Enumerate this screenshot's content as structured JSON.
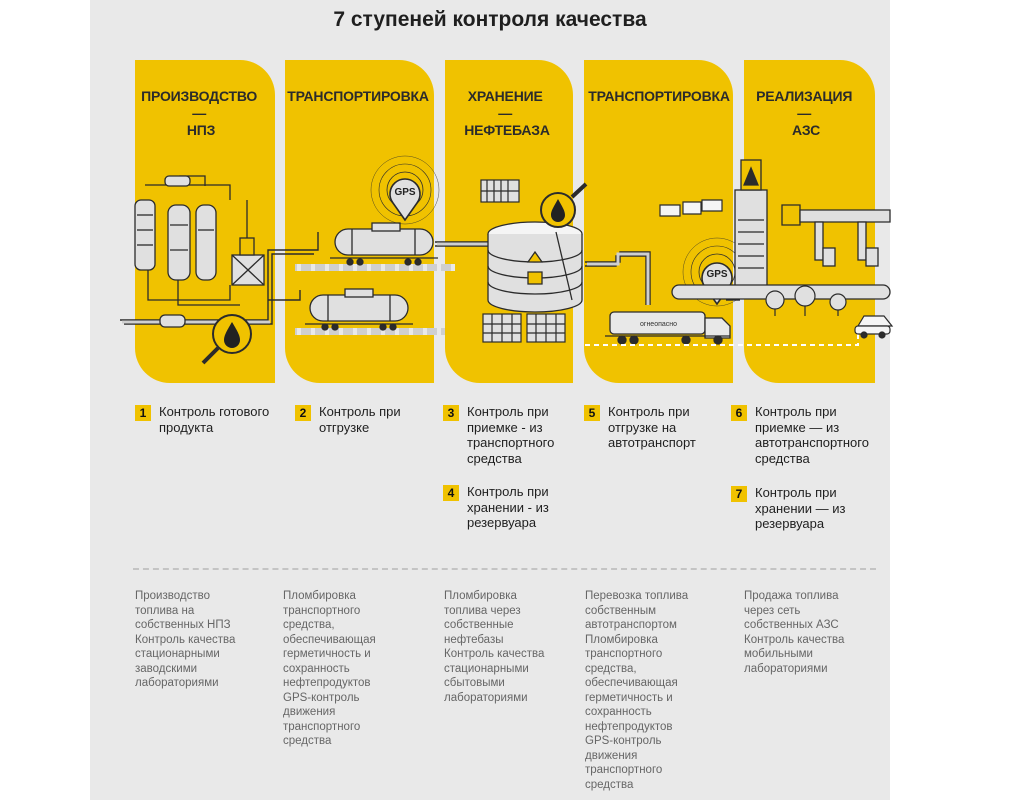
{
  "title": "7 ступеней контроля качества",
  "stages": [
    {
      "line1": "ПРОИЗВОДСТВО",
      "line2": "—",
      "line3": "НПЗ"
    },
    {
      "line1": "ТРАНСПОРТИРОВКА",
      "line2": "",
      "line3": ""
    },
    {
      "line1": "ХРАНЕНИЕ",
      "line2": "—",
      "line3": "НЕФТЕБАЗА"
    },
    {
      "line1": "ТРАНСПОРТИРОВКА",
      "line2": "",
      "line3": ""
    },
    {
      "line1": "РЕАЛИЗАЦИЯ",
      "line2": "—",
      "line3": "АЗС"
    }
  ],
  "gps_labels": [
    "GPS",
    "GPS"
  ],
  "truck_label": "огнеопасно",
  "checks": [
    {
      "num": "1",
      "text": "Контроль готового продукта"
    },
    {
      "num": "2",
      "text": "Контроль при отгрузке"
    },
    {
      "num": "3",
      "text": "Контроль при приемке - из транспортного средства"
    },
    {
      "num": "4",
      "text": "Контроль при хранении - из резервуара"
    },
    {
      "num": "5",
      "text": "Контроль при отгрузке на автотранспорт"
    },
    {
      "num": "6",
      "text": "Контроль при приемке — из автотранспортного средства"
    },
    {
      "num": "7",
      "text": "Контроль при хранении — из резервуара"
    }
  ],
  "descriptions": [
    [
      "Производство",
      "топлива на",
      "собственных НПЗ",
      "Контроль качества",
      "стационарными",
      "заводскими",
      "лабораториями"
    ],
    [
      "Пломбировка",
      "транспортного",
      "средства,",
      "обеспечивающая",
      "герметичность и",
      "сохранность",
      "нефтепродуктов",
      "GPS-контроль",
      "движения",
      "транспортного",
      "средства"
    ],
    [
      "Пломбировка",
      "топлива через",
      "собственные",
      "нефтебазы",
      "Контроль качества",
      "стационарными",
      "сбытовыми",
      "лабораториями"
    ],
    [
      "Перевозка топлива",
      "собственным",
      "автотранспортом",
      "Пломбировка",
      "транспортного",
      "средства,",
      "обеспечивающая",
      "герметичность и",
      "сохранность",
      "нефтепродуктов",
      "GPS-контроль",
      "движения",
      "транспортного",
      "средства"
    ],
    [
      "Продажа топлива",
      "через сеть",
      "собственных АЗС",
      "Контроль качества",
      "мобильными",
      "лабораториями"
    ]
  ],
  "colors": {
    "accent": "#f0c200",
    "panel": "#e9e9e9",
    "line": "#2b2b2b",
    "pipe": "#cfcfcf"
  }
}
